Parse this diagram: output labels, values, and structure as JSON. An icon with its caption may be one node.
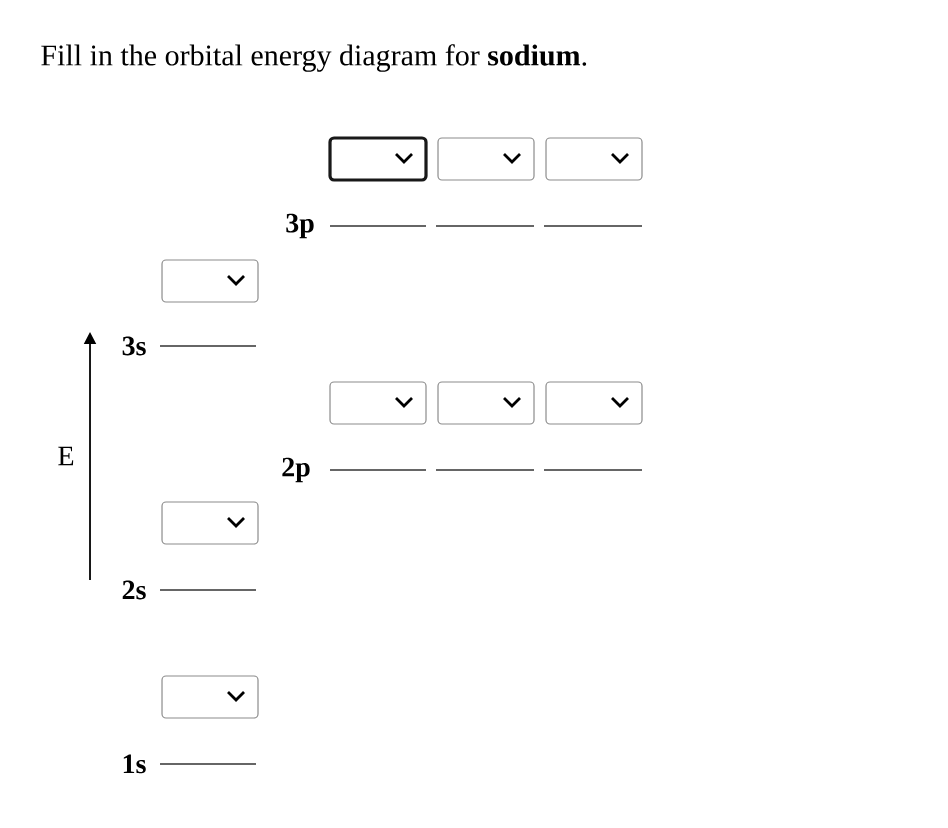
{
  "diagram": {
    "title": "Fill in the orbital energy diagram for **sodium**.",
    "labels": [
      "3p",
      "3s",
      "E",
      "2p",
      "2s",
      "1s"
    ]
  }
}
